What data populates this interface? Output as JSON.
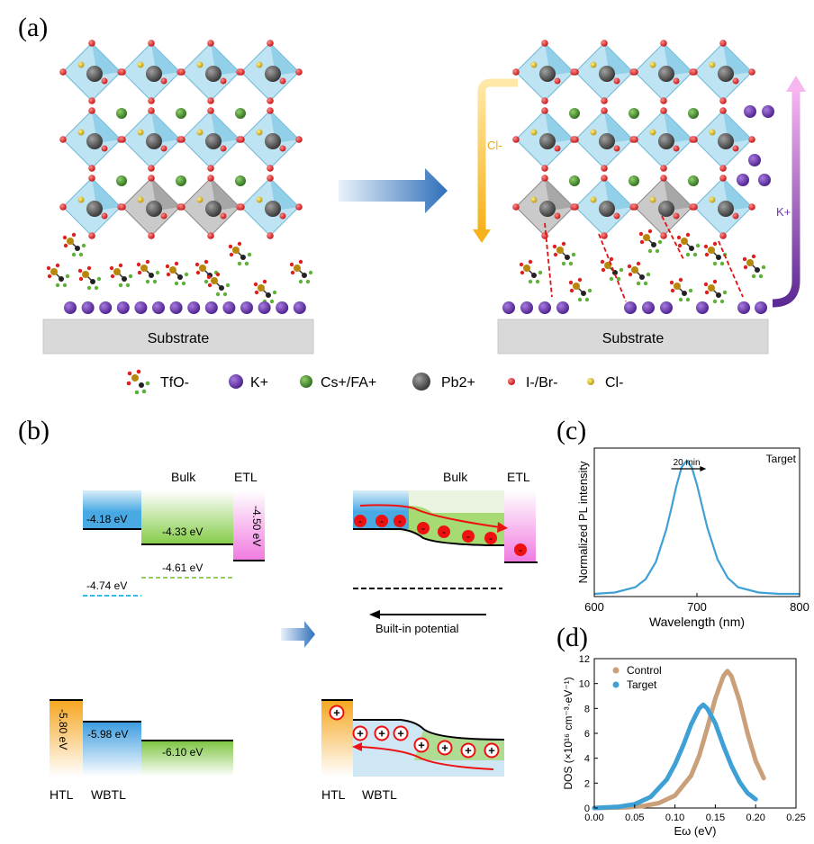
{
  "panels": {
    "a": "(a)",
    "b": "(b)",
    "c": "(c)",
    "d": "(d)"
  },
  "panel_a": {
    "substrate_label": "Substrate",
    "cl_arrow_label": "Cl-",
    "k_arrow_label": "K+",
    "legend": [
      {
        "icon": "tfo-icon",
        "label": "TfO-"
      },
      {
        "icon": "k-ion-icon",
        "label": "K+"
      },
      {
        "icon": "cs-fa-icon",
        "label": "Cs+/FA+"
      },
      {
        "icon": "pb-icon",
        "label": "Pb2+"
      },
      {
        "icon": "halide-icon",
        "label": "I-/Br-"
      },
      {
        "icon": "cl-icon",
        "label": "Cl-"
      }
    ],
    "colors": {
      "k": "#5b2a9e",
      "cs_fa": "#3f8a2a",
      "pb": "#555555",
      "halide": "#e02020",
      "cl": "#e6c21a",
      "octahedron": "#9fd3ea",
      "substrate": "#d9d9d9"
    }
  },
  "panel_b": {
    "bulk": "Bulk",
    "etl": "ETL",
    "htl": "HTL",
    "wbtl": "WBTL",
    "e_418": "-4.18 eV",
    "e_433": "-4.33 eV",
    "e_450": "-4.50 eV",
    "e_474": "-4.74 eV",
    "e_461": "-4.61 eV",
    "e_580": "-5.80 eV",
    "e_598": "-5.98 eV",
    "e_610": "-6.10 eV",
    "built_in": "Built-in potential",
    "minus": "-",
    "plus": "+"
  },
  "chart_data": [
    {
      "type": "line",
      "panel": "(c)",
      "title": "",
      "xlabel": "Wavelength (nm)",
      "ylabel": "Normalized PL intensity",
      "xlim": [
        600,
        800
      ],
      "xticks": [
        "600",
        "700",
        "800"
      ],
      "legend": "Target",
      "annotation": "20 min",
      "series": [
        {
          "name": "Target",
          "color": "#3fa0d6",
          "x": [
            600,
            620,
            640,
            650,
            660,
            670,
            675,
            680,
            685,
            690,
            695,
            700,
            705,
            710,
            720,
            730,
            740,
            760,
            780,
            800
          ],
          "y": [
            0.0,
            0.01,
            0.05,
            0.11,
            0.24,
            0.48,
            0.64,
            0.81,
            0.95,
            1.0,
            0.95,
            0.82,
            0.66,
            0.5,
            0.26,
            0.12,
            0.05,
            0.01,
            0.0,
            0.0
          ]
        }
      ]
    },
    {
      "type": "scatter",
      "panel": "(d)",
      "title": "",
      "xlabel": "Eω (eV)",
      "ylabel": "DOS (×10¹⁶ cm⁻³·eV⁻¹)",
      "xlim": [
        0.0,
        0.25
      ],
      "ylim": [
        0,
        12
      ],
      "xticks": [
        "0.00",
        "0.05",
        "0.10",
        "0.15",
        "0.20",
        "0.25"
      ],
      "yticks": [
        "0",
        "2",
        "4",
        "6",
        "8",
        "10",
        "12"
      ],
      "legend_position": "top-left",
      "series": [
        {
          "name": "Control",
          "color": "#c9a07a",
          "x": [
            0.0,
            0.04,
            0.06,
            0.08,
            0.1,
            0.12,
            0.13,
            0.14,
            0.15,
            0.16,
            0.165,
            0.17,
            0.18,
            0.19,
            0.2,
            0.21
          ],
          "y": [
            0.0,
            0.05,
            0.15,
            0.4,
            1.0,
            2.6,
            4.2,
            6.4,
            8.8,
            10.6,
            11.0,
            10.6,
            8.6,
            6.0,
            3.8,
            2.4
          ]
        },
        {
          "name": "Target",
          "color": "#3fa0d6",
          "x": [
            0.0,
            0.03,
            0.05,
            0.07,
            0.09,
            0.1,
            0.11,
            0.12,
            0.13,
            0.135,
            0.14,
            0.15,
            0.16,
            0.17,
            0.18,
            0.19,
            0.2
          ],
          "y": [
            0.0,
            0.1,
            0.3,
            0.9,
            2.3,
            3.5,
            5.0,
            6.7,
            8.0,
            8.3,
            8.0,
            6.8,
            5.0,
            3.4,
            2.1,
            1.2,
            0.7
          ]
        }
      ]
    }
  ]
}
